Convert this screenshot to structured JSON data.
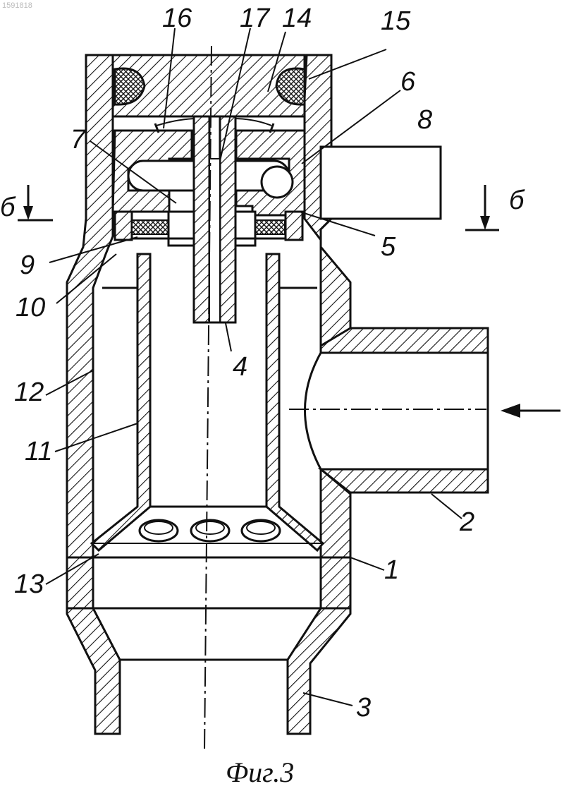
{
  "corner_id": "1591818",
  "caption": "Фиг.3",
  "section_mark": "б",
  "labels": [
    {
      "key": "l1",
      "text": "1"
    },
    {
      "key": "l2",
      "text": "2"
    },
    {
      "key": "l3",
      "text": "3"
    },
    {
      "key": "l4",
      "text": "4"
    },
    {
      "key": "l5",
      "text": "5"
    },
    {
      "key": "l6",
      "text": "6"
    },
    {
      "key": "l7",
      "text": "7"
    },
    {
      "key": "l8",
      "text": "8"
    },
    {
      "key": "l9",
      "text": "9"
    },
    {
      "key": "l10",
      "text": "10"
    },
    {
      "key": "l11",
      "text": "11"
    },
    {
      "key": "l12",
      "text": "12"
    },
    {
      "key": "l13",
      "text": "13"
    },
    {
      "key": "l14",
      "text": "14"
    },
    {
      "key": "l15",
      "text": "15"
    },
    {
      "key": "l16",
      "text": "16"
    },
    {
      "key": "l17",
      "text": "17"
    }
  ]
}
